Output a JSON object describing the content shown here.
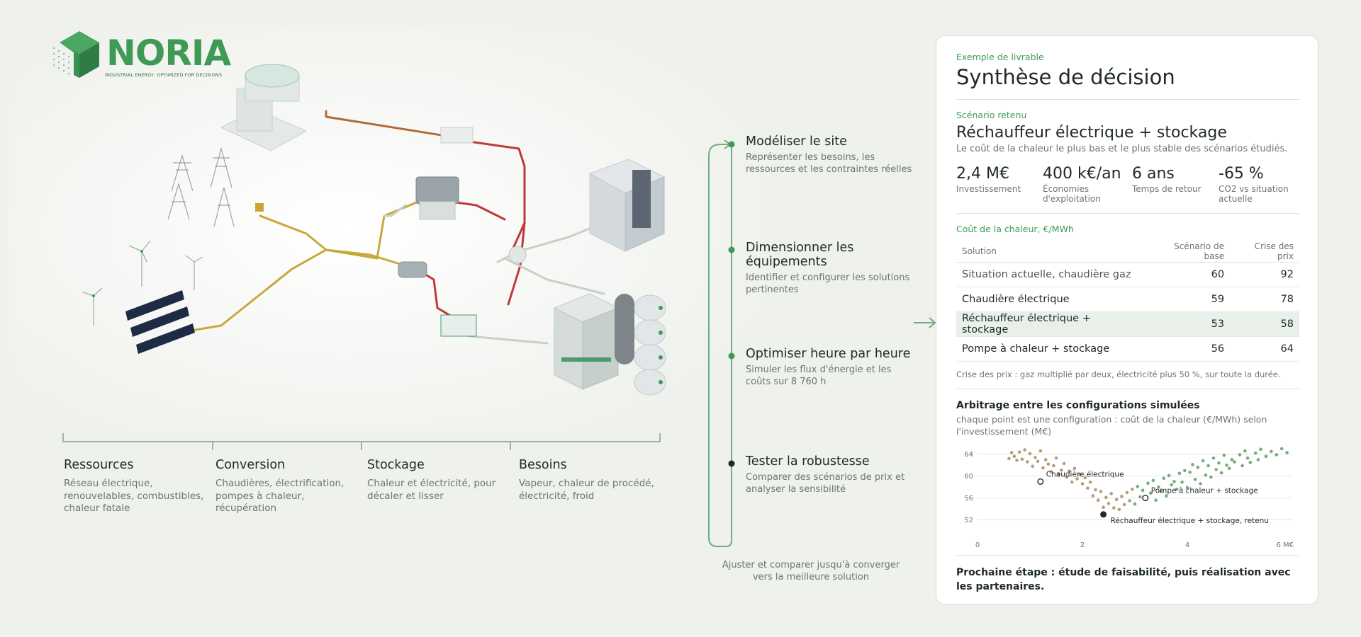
{
  "brand": {
    "name": "NORIA",
    "tagline": "INDUSTRIAL ENERGY, OPTIMIZED FOR DECISIONS",
    "color": "#3f9a56"
  },
  "categories": [
    {
      "title": "Ressources",
      "desc": "Réseau électrique, renouvelables, combustibles, chaleur fatale"
    },
    {
      "title": "Conversion",
      "desc": "Chaudières, électrification, pompes à chaleur, récupération"
    },
    {
      "title": "Stockage",
      "desc": "Chaleur et électricité, pour décaler et lisser"
    },
    {
      "title": "Besoins",
      "desc": "Vapeur, chaleur de procédé, électricité, froid"
    }
  ],
  "process": {
    "steps": [
      {
        "title": "Modéliser le site",
        "desc": "Représenter les besoins, les ressources et les contraintes réelles"
      },
      {
        "title": "Dimensionner les équipements",
        "desc": "Identifier et configurer les solutions pertinentes"
      },
      {
        "title": "Optimiser heure par heure",
        "desc": "Simuler les flux d'énergie et les coûts sur 8 760 h"
      },
      {
        "title": "Tester la robustesse",
        "desc": "Comparer des scénarios de prix et analyser la sensibilité"
      }
    ],
    "footer": "Ajuster et comparer jusqu'à converger vers la meilleure solution"
  },
  "card": {
    "eyebrow": "Exemple de livrable",
    "title": "Synthèse de décision",
    "scenario_label": "Scénario retenu",
    "scenario_title": "Réchauffeur électrique + stockage",
    "scenario_desc": "Le coût de la chaleur le plus bas et le plus stable des scénarios étudiés.",
    "metrics": [
      {
        "value": "2,4 M€",
        "label": "Investissement"
      },
      {
        "value": "400 k€/an",
        "label": "Économies d'exploitation"
      },
      {
        "value": "6 ans",
        "label": "Temps de retour"
      },
      {
        "value": "-65 %",
        "label": "CO2 vs situation actuelle"
      }
    ],
    "table": {
      "title": "Coût de la chaleur, €/MWh",
      "headers": [
        "Solution",
        "Scénario de base",
        "Crise des prix"
      ],
      "rows": [
        {
          "solution": "Situation actuelle, chaudière gaz",
          "base": "60",
          "crisis": "92"
        },
        {
          "solution": "Chaudière électrique",
          "base": "59",
          "crisis": "78"
        },
        {
          "solution": "Réchauffeur électrique + stockage",
          "base": "53",
          "crisis": "58"
        },
        {
          "solution": "Pompe à chaleur + stockage",
          "base": "56",
          "crisis": "64"
        }
      ],
      "note": "Crise des prix : gaz multiplié par deux, électricité plus 50 %, sur toute la durée."
    },
    "chart_title": "Arbitrage entre les configurations simulées",
    "chart_desc": "chaque point est une configuration : coût de la chaleur (€/MWh) selon l'investissement (M€)",
    "next_step": "Prochaine étape : étude de faisabilité, puis réalisation avec les partenaires."
  },
  "colors": {
    "accent": "#3f9a56",
    "selected_row": "#e9f0ea",
    "point_low": "#a98c63",
    "point_high": "#5d9e64"
  },
  "chart_data": {
    "type": "scatter",
    "title": "Arbitrage entre les configurations simulées",
    "xlabel": "",
    "ylabel": "",
    "xlim": [
      0,
      6
    ],
    "ylim": [
      50,
      65
    ],
    "x_ticks": [
      "0",
      "2",
      "4",
      "6 M€"
    ],
    "x_tick_values": [
      0,
      2,
      4,
      6
    ],
    "y_ticks": [
      "64",
      "60",
      "56",
      "52"
    ],
    "y_tick_values": [
      64,
      60,
      56,
      52
    ],
    "grid": true,
    "points": [
      [
        0.6,
        63.2
      ],
      [
        0.65,
        64.3
      ],
      [
        0.7,
        63.6
      ],
      [
        0.75,
        62.9
      ],
      [
        0.8,
        64.4
      ],
      [
        0.85,
        63.1
      ],
      [
        0.9,
        64.8
      ],
      [
        0.95,
        62.6
      ],
      [
        1.0,
        64.1
      ],
      [
        1.05,
        61.8
      ],
      [
        1.1,
        63.4
      ],
      [
        1.15,
        62.7
      ],
      [
        1.2,
        64.6
      ],
      [
        1.25,
        61.5
      ],
      [
        1.3,
        63.0
      ],
      [
        1.35,
        62.2
      ],
      [
        1.4,
        60.8
      ],
      [
        1.45,
        61.9
      ],
      [
        1.5,
        63.3
      ],
      [
        1.55,
        60.4
      ],
      [
        1.6,
        61.1
      ],
      [
        1.65,
        62.3
      ],
      [
        1.7,
        59.8
      ],
      [
        1.75,
        60.9
      ],
      [
        1.8,
        58.9
      ],
      [
        1.85,
        61.4
      ],
      [
        1.9,
        59.5
      ],
      [
        1.95,
        60.3
      ],
      [
        2.0,
        58.6
      ],
      [
        2.05,
        59.7
      ],
      [
        2.1,
        57.8
      ],
      [
        2.15,
        58.9
      ],
      [
        2.2,
        56.4
      ],
      [
        2.25,
        57.5
      ],
      [
        2.3,
        55.6
      ],
      [
        2.35,
        57.2
      ],
      [
        2.4,
        54.3
      ],
      [
        2.45,
        56.1
      ],
      [
        2.5,
        55.0
      ],
      [
        2.55,
        56.8
      ],
      [
        2.6,
        54.2
      ],
      [
        2.65,
        55.7
      ],
      [
        2.7,
        53.9
      ],
      [
        2.75,
        56.3
      ],
      [
        2.8,
        54.8
      ],
      [
        2.85,
        57.0
      ],
      [
        2.9,
        55.5
      ],
      [
        2.95,
        57.6
      ],
      [
        3.0,
        54.9
      ],
      [
        3.05,
        58.1
      ],
      [
        3.1,
        56.2
      ],
      [
        3.15,
        57.4
      ],
      [
        3.2,
        55.8
      ],
      [
        3.25,
        58.7
      ],
      [
        3.3,
        56.9
      ],
      [
        3.35,
        59.2
      ],
      [
        3.4,
        55.6
      ],
      [
        3.45,
        58.0
      ],
      [
        3.5,
        57.2
      ],
      [
        3.55,
        59.6
      ],
      [
        3.6,
        56.4
      ],
      [
        3.65,
        60.1
      ],
      [
        3.7,
        58.4
      ],
      [
        3.75,
        59.0
      ],
      [
        3.8,
        57.6
      ],
      [
        3.85,
        60.5
      ],
      [
        3.9,
        58.9
      ],
      [
        3.95,
        61.0
      ],
      [
        4.0,
        57.9
      ],
      [
        4.05,
        60.7
      ],
      [
        4.1,
        62.1
      ],
      [
        4.15,
        59.4
      ],
      [
        4.2,
        61.6
      ],
      [
        4.25,
        58.6
      ],
      [
        4.3,
        62.8
      ],
      [
        4.35,
        60.2
      ],
      [
        4.4,
        61.9
      ],
      [
        4.45,
        59.8
      ],
      [
        4.5,
        63.3
      ],
      [
        4.55,
        61.2
      ],
      [
        4.6,
        62.4
      ],
      [
        4.65,
        60.6
      ],
      [
        4.7,
        63.8
      ],
      [
        4.75,
        62.0
      ],
      [
        4.8,
        61.4
      ],
      [
        4.85,
        63.0
      ],
      [
        4.9,
        62.6
      ],
      [
        5.0,
        63.9
      ],
      [
        5.05,
        61.9
      ],
      [
        5.1,
        64.6
      ],
      [
        5.15,
        63.3
      ],
      [
        5.2,
        62.5
      ],
      [
        5.3,
        64.2
      ],
      [
        5.35,
        63.0
      ],
      [
        5.4,
        64.9
      ],
      [
        5.5,
        63.6
      ],
      [
        5.6,
        64.5
      ],
      [
        5.7,
        63.9
      ],
      [
        5.8,
        65.0
      ],
      [
        5.9,
        64.3
      ]
    ],
    "annotations": [
      {
        "label": "Chaudière électrique",
        "x": 1.2,
        "y": 59.0,
        "style": "open"
      },
      {
        "label": "Pompe à chaleur + stockage",
        "x": 3.2,
        "y": 56.0,
        "style": "open"
      },
      {
        "label": "Réchauffeur électrique + stockage, retenu",
        "x": 2.4,
        "y": 53.0,
        "style": "filled"
      }
    ]
  }
}
